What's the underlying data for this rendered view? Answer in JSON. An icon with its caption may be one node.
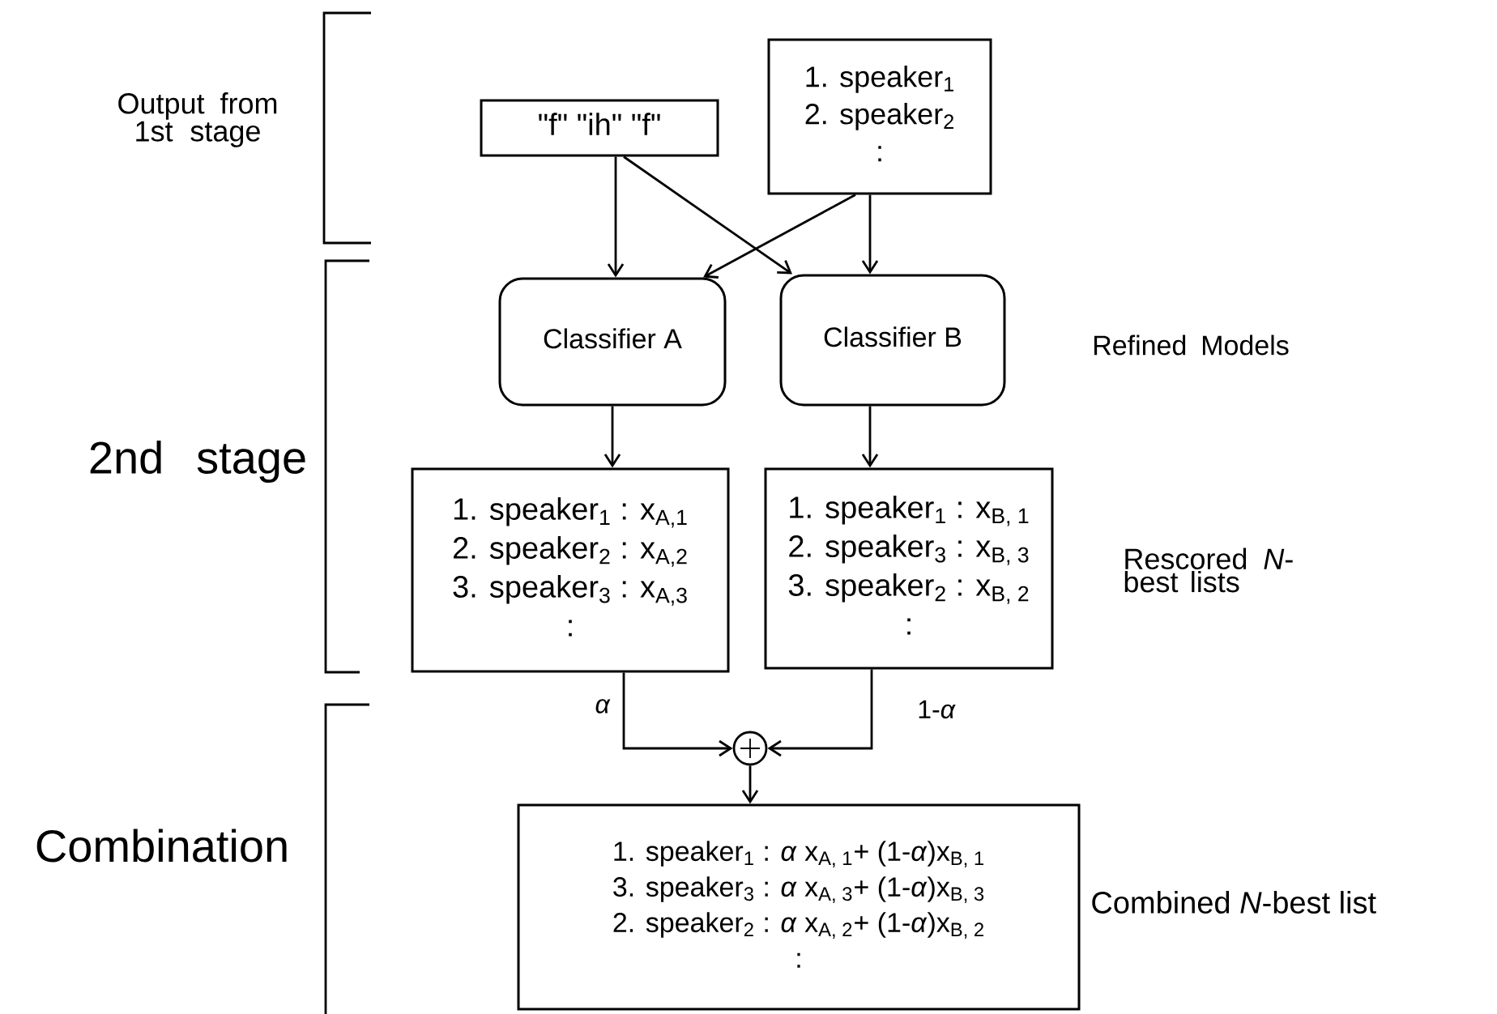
{
  "diagram": {
    "nodes": [
      {
        "text": [
          "\"f\" \"ih\" \"f\""
        ]
      },
      {
        "text": [
          "1. speaker$_{1}$",
          "2. speaker$_{2}$",
          ":"
        ]
      },
      {
        "text": [
          "Classifier A"
        ]
      },
      {
        "text": [
          "Classifier B"
        ]
      },
      {
        "text": [
          "1. speaker$_{1}$ : x$_{A,1}$",
          "2. speaker$_{2}$ : x$_{A,2}$",
          "3. speaker$_{3}$ : x$_{A,3}$",
          ":"
        ]
      },
      {
        "text": [
          "1. speaker$_{1}$ : x$_{B, 1}$",
          "2. speaker$_{3}$ : x$_{B, 3}$",
          "3. speaker$_{2}$ : x$_{B, 2}$",
          ":"
        ]
      },
      {
        "text": [],
        "shape": "circle"
      },
      {
        "text": [
          "1. speaker$_{1}$ : *α* x$_{A, 1}$+ (1-*α*)x$_{B, 1}$",
          "3. speaker$_{3}$ : *α* x$_{A, 3}$+ (1-*α*)x$_{B, 3}$",
          "2. speaker$_{2}$ : *α* x$_{A, 2}$+ (1-*α*)x$_{B, 2}$",
          ":"
        ],
        "beside": [
          "Combined *N*-best list"
        ]
      }
    ],
    "edges": [
      {
        "from": 0,
        "to": 2,
        "arrow": "to"
      },
      {
        "from": 0,
        "to": 3,
        "arrow": "to"
      },
      {
        "from": 1,
        "to": 2,
        "arrow": "to"
      },
      {
        "from": 1,
        "to": 3,
        "arrow": "to"
      },
      {
        "from": 2,
        "to": 4,
        "arrow": "to"
      },
      {
        "from": 3,
        "to": 5,
        "arrow": "to"
      },
      {
        "from": 4,
        "to": 6,
        "arrow": "to",
        "label": "*α*"
      },
      {
        "from": 5,
        "to": 6,
        "arrow": "to",
        "label": "1-*α*"
      },
      {
        "from": 6,
        "to": 7,
        "arrow": "to"
      }
    ],
    "labels": [
      "Output from 1st stage",
      "Refined Models",
      "2nd stage",
      "Rescored *N*-best lists",
      "Combination"
    ]
  }
}
